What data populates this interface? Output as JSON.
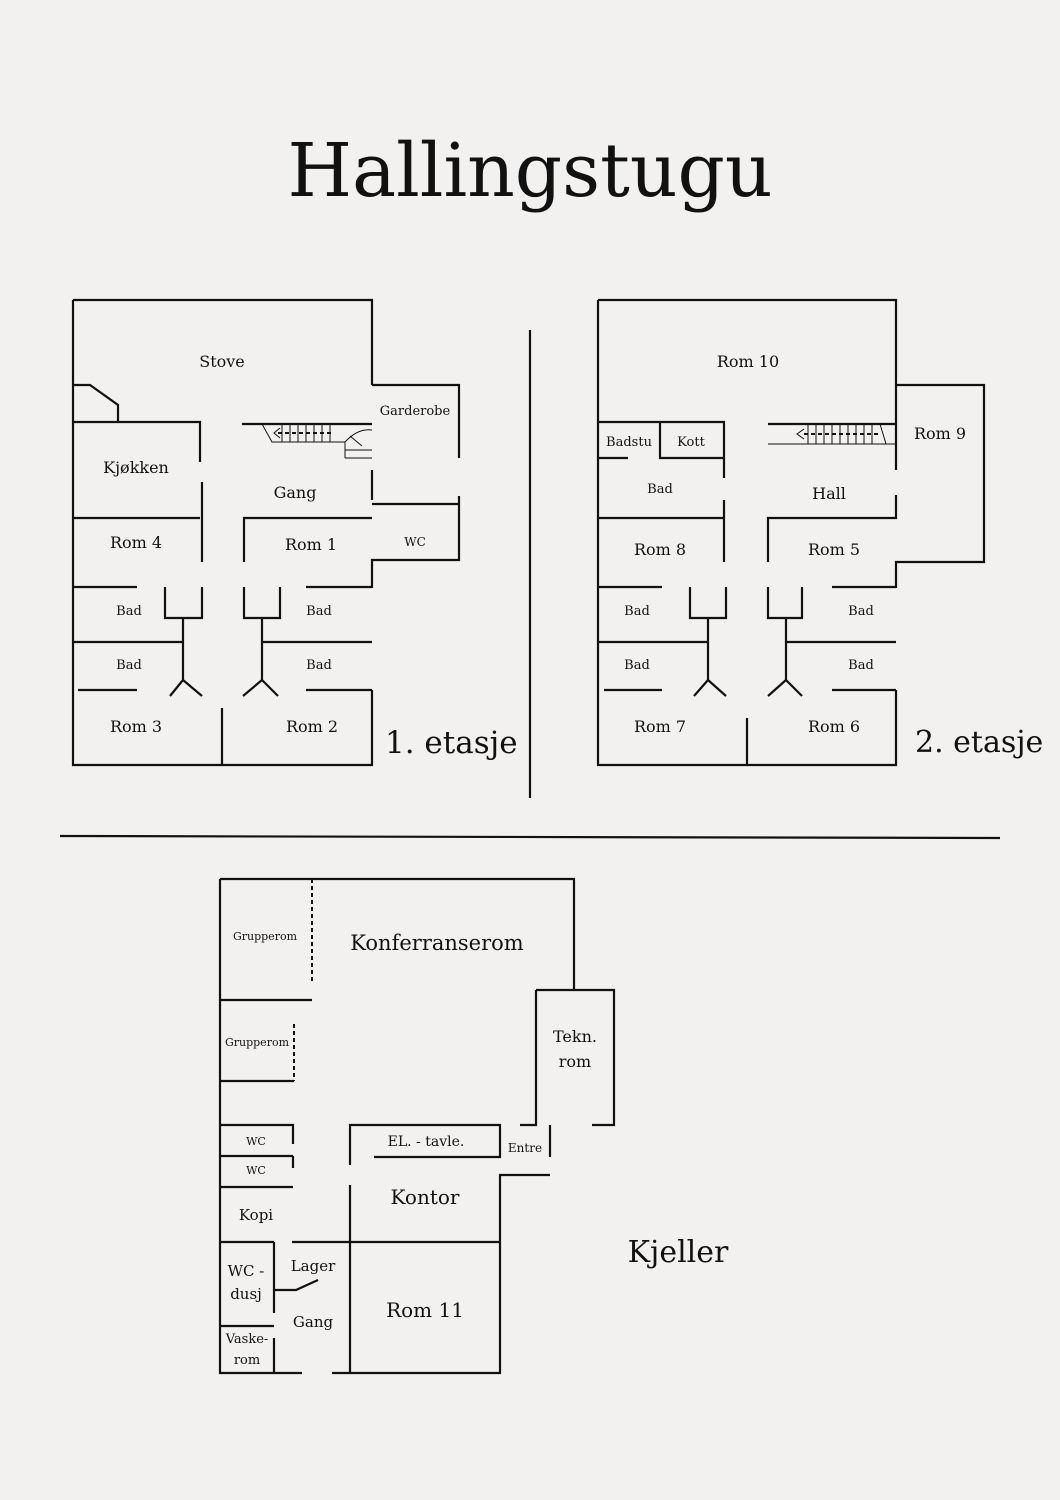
{
  "title": "Hallingstugu",
  "floors": {
    "first": {
      "label": "1. etasje",
      "rooms": {
        "stove": "Stove",
        "garderobe": "Garderobe",
        "kjokken": "Kjøkken",
        "gang": "Gang",
        "rom4": "Rom 4",
        "rom1": "Rom 1",
        "wc": "WC",
        "bad_a": "Bad",
        "bad_b": "Bad",
        "bad_c": "Bad",
        "bad_d": "Bad",
        "rom3": "Rom 3",
        "rom2": "Rom 2"
      }
    },
    "second": {
      "label": "2. etasje",
      "rooms": {
        "rom10": "Rom 10",
        "rom9": "Rom 9",
        "badstu": "Badstu",
        "kott": "Kott",
        "bad_top": "Bad",
        "hall": "Hall",
        "rom8": "Rom 8",
        "rom5": "Rom 5",
        "bad_a": "Bad",
        "bad_b": "Bad",
        "bad_c": "Bad",
        "bad_d": "Bad",
        "rom7": "Rom 7",
        "rom6": "Rom 6"
      }
    },
    "basement": {
      "label": "Kjeller",
      "rooms": {
        "grupperom1": "Grupperom",
        "konferranserom": "Konferranserom",
        "grupperom2": "Grupperom",
        "tekn_line1": "Tekn.",
        "tekn_line2": "rom",
        "wc1": "WC",
        "wc2": "WC",
        "el_tavle": "EL. - tavle.",
        "entre": "Entre",
        "kopi": "Kopi",
        "kontor": "Kontor",
        "wc_dusj_line1": "WC -",
        "wc_dusj_line2": "dusj",
        "lager": "Lager",
        "gang": "Gang",
        "rom11": "Rom 11",
        "vaskerom_line1": "Vaske-",
        "vaskerom_line2": "rom"
      }
    }
  }
}
